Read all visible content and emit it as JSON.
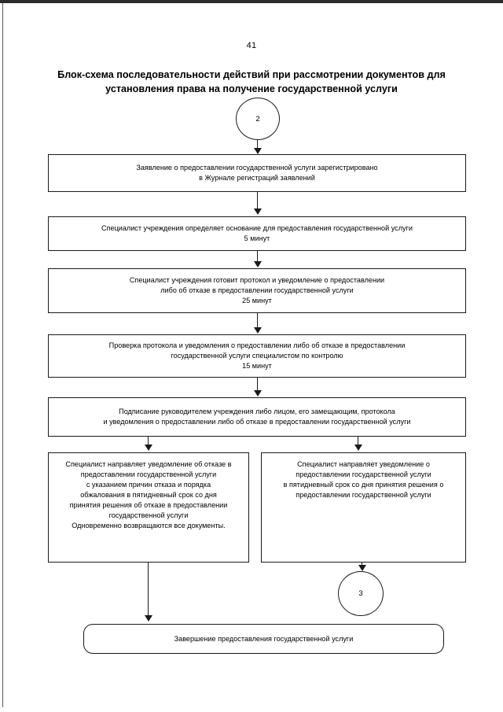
{
  "page": {
    "number": "41",
    "title": "Блок-схема последовательности действий при рассмотрении документов для\nустановления права на получение государственной услуги"
  },
  "connectors": {
    "entry": "2",
    "exit": "3"
  },
  "flow": {
    "steps": [
      {
        "id": "step-application-registered",
        "text": "Заявление о предоставлении государственной услуги зарегистрировано\nв Журнале регистраций заявлений"
      },
      {
        "id": "step-specialist-determines-basis",
        "text": "Специалист учреждения определяет основание для предоставления государственной услуги\n5 минут"
      },
      {
        "id": "step-prepare-protocol",
        "text": "Специалист учреждения готовит протокол и уведомление о предоставлении\nлибо об отказе в предоставлении государственной услуги\n25 минут"
      },
      {
        "id": "step-control-check",
        "text": "Проверка протокола и уведомления о предоставлении либо об отказе в предоставлении\nгосударственной услуги специалистом по контролю\n15 минут"
      },
      {
        "id": "step-head-signs",
        "text": "Подписание руководителем учреждения либо лицом, его замещающим,  протокола\nи уведомления о предоставлении либо об отказе в предоставлении государственной услуги"
      }
    ],
    "branches": [
      {
        "id": "branch-refusal",
        "text": "Специалист направляет уведомление об отказе в\nпредоставлении государственной услуги\nс указанием причин отказа и порядка\nобжалования в пятидневный срок со дня\nпринятия решения об отказе в предоставлении\nгосударственной услуги\nОдновременно возвращаются все документы."
      },
      {
        "id": "branch-approval",
        "text": "Специалист направляет уведомление о\nпредоставлении государственной услуги\nв пятидневный срок со дня принятия решения о\nпредоставлении государственной услуги"
      }
    ],
    "terminator": {
      "id": "step-completion",
      "text": "Завершение предоставления государственной услуги"
    }
  }
}
